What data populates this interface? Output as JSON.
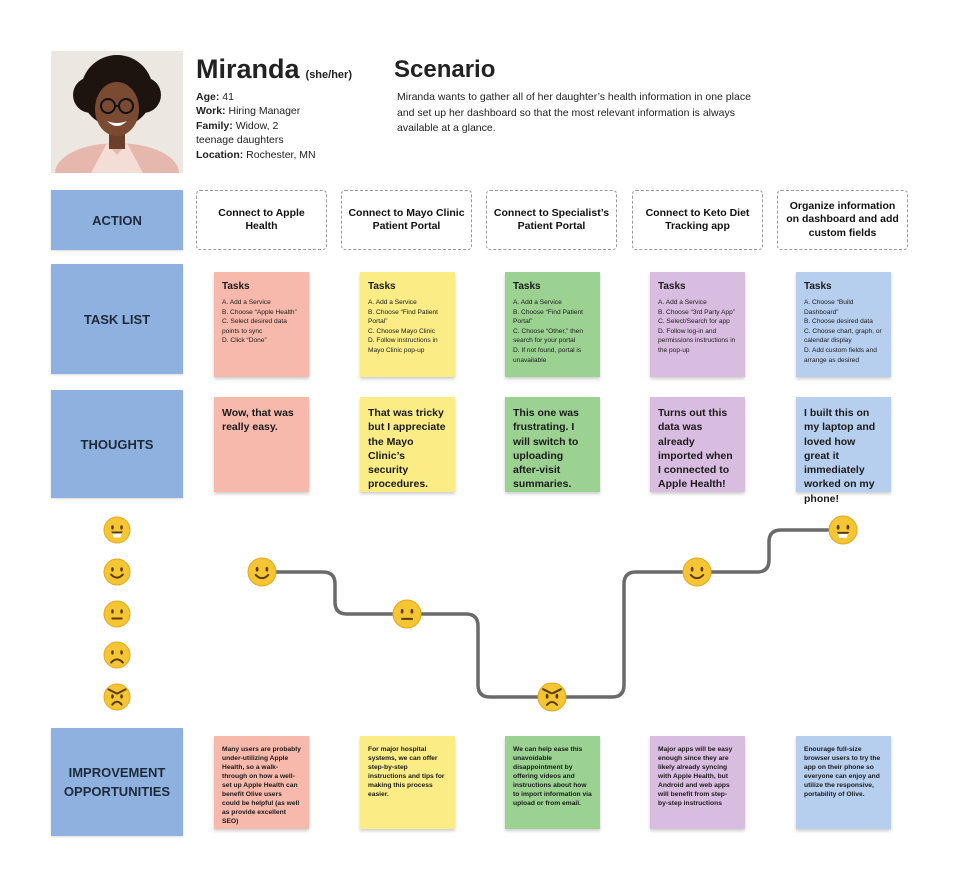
{
  "persona": {
    "name": "Miranda",
    "pronouns": "(she/her)",
    "details": [
      {
        "label": "Age:",
        "value": "41"
      },
      {
        "label": "Work:",
        "value": "Hiring Manager"
      },
      {
        "label": "Family:",
        "value": "Widow, 2 teenage daughters"
      },
      {
        "label": "Location:",
        "value": "Rochester, MN"
      }
    ]
  },
  "scenario": {
    "title": "Scenario",
    "text": "Miranda wants to gather all of her daughter’s health information in one place and set up her dashboard so that the most relevant information is always available at a glance."
  },
  "rows": {
    "action": "ACTION",
    "task_list": "TASK LIST",
    "thoughts": "THOUGHTS",
    "opportunities": "IMPROVEMENT OPPORTUNITIES"
  },
  "actions": [
    "Connect to Apple Health",
    "Connect to Mayo Clinic Patient Portal",
    "Connect to Specialist’s Patient Portal",
    "Connect to Keto Diet Tracking app",
    "Organize information on dashboard and add custom fields"
  ],
  "tasks": [
    {
      "heading": "Tasks",
      "items": [
        "A. Add a Service",
        "B. Choose “Apple Health”",
        "C. Select desired data points to sync",
        "D. Click “Done”"
      ]
    },
    {
      "heading": "Tasks",
      "items": [
        "A. Add a Service",
        "B. Choose “Find Patient Portal”",
        "C. Choose Mayo Clinic",
        "D. Follow instructions in Mayo Clinic pop-up"
      ]
    },
    {
      "heading": "Tasks",
      "items": [
        "A. Add a Service",
        "B. Choose “Find Patient Portal”",
        "C. Choose “Other,” then search for your portal",
        "D. If not found, portal is unavailable"
      ]
    },
    {
      "heading": "Tasks",
      "items": [
        "A. Add a Service",
        "B. Choose “3rd Party App”",
        "C. Select/Search for app",
        "D. Follow log-in and permissions instructions in the pop-up"
      ]
    },
    {
      "heading": "Tasks",
      "items": [
        "A. Choose “Build Dashboard”",
        "B. Choose desired data",
        "C. Choose chart, graph, or calendar display",
        "D. Add custom fields and arrange as desired"
      ]
    }
  ],
  "thoughts": [
    "Wow, that was really easy.",
    "That was tricky but I appreciate the Mayo Clinic’s security procedures.",
    "This one was frustrating. I will switch to uploading after-visit summaries.",
    "Turns out this data was already imported when I connected to Apple Health!",
    "I built this on my laptop and loved how great it immediately worked on my phone!"
  ],
  "emotion_scale": [
    "grinning",
    "smiling",
    "neutral",
    "frowning",
    "angry"
  ],
  "journey": [
    {
      "step": 1,
      "emotion": "smiling"
    },
    {
      "step": 2,
      "emotion": "neutral"
    },
    {
      "step": 3,
      "emotion": "angry"
    },
    {
      "step": 4,
      "emotion": "smiling"
    },
    {
      "step": 5,
      "emotion": "grinning"
    }
  ],
  "opportunities": [
    "Many users are probably under-utilizing Apple Health, so a walk-through on how a well-set up Apple Health can benefit Olive users could be helpful (as well as provide excellent SEO)",
    "For major hospital systems, we can offer step-by-step instructions and tips for making this process easier.",
    "We can help ease this unavoidable disappointment by offering videos and instructions about how to import information via upload or from email.",
    "Major apps will be easy enough since they are likely already syncing with Apple Health, but Android and web apps will benefit from step-by-step instructions",
    "Enourage full-size browser users to try the app on their phone so everyone can enjoy and utilize the responsive, portability of Olive."
  ],
  "colors": {
    "row_label": "#8fb1df",
    "notes": [
      "#f6b9ab",
      "#fbec86",
      "#9bd292",
      "#d9bde0",
      "#b7cfee"
    ],
    "emoji": "#f6c533",
    "journey_line": "#6a6a6a"
  }
}
